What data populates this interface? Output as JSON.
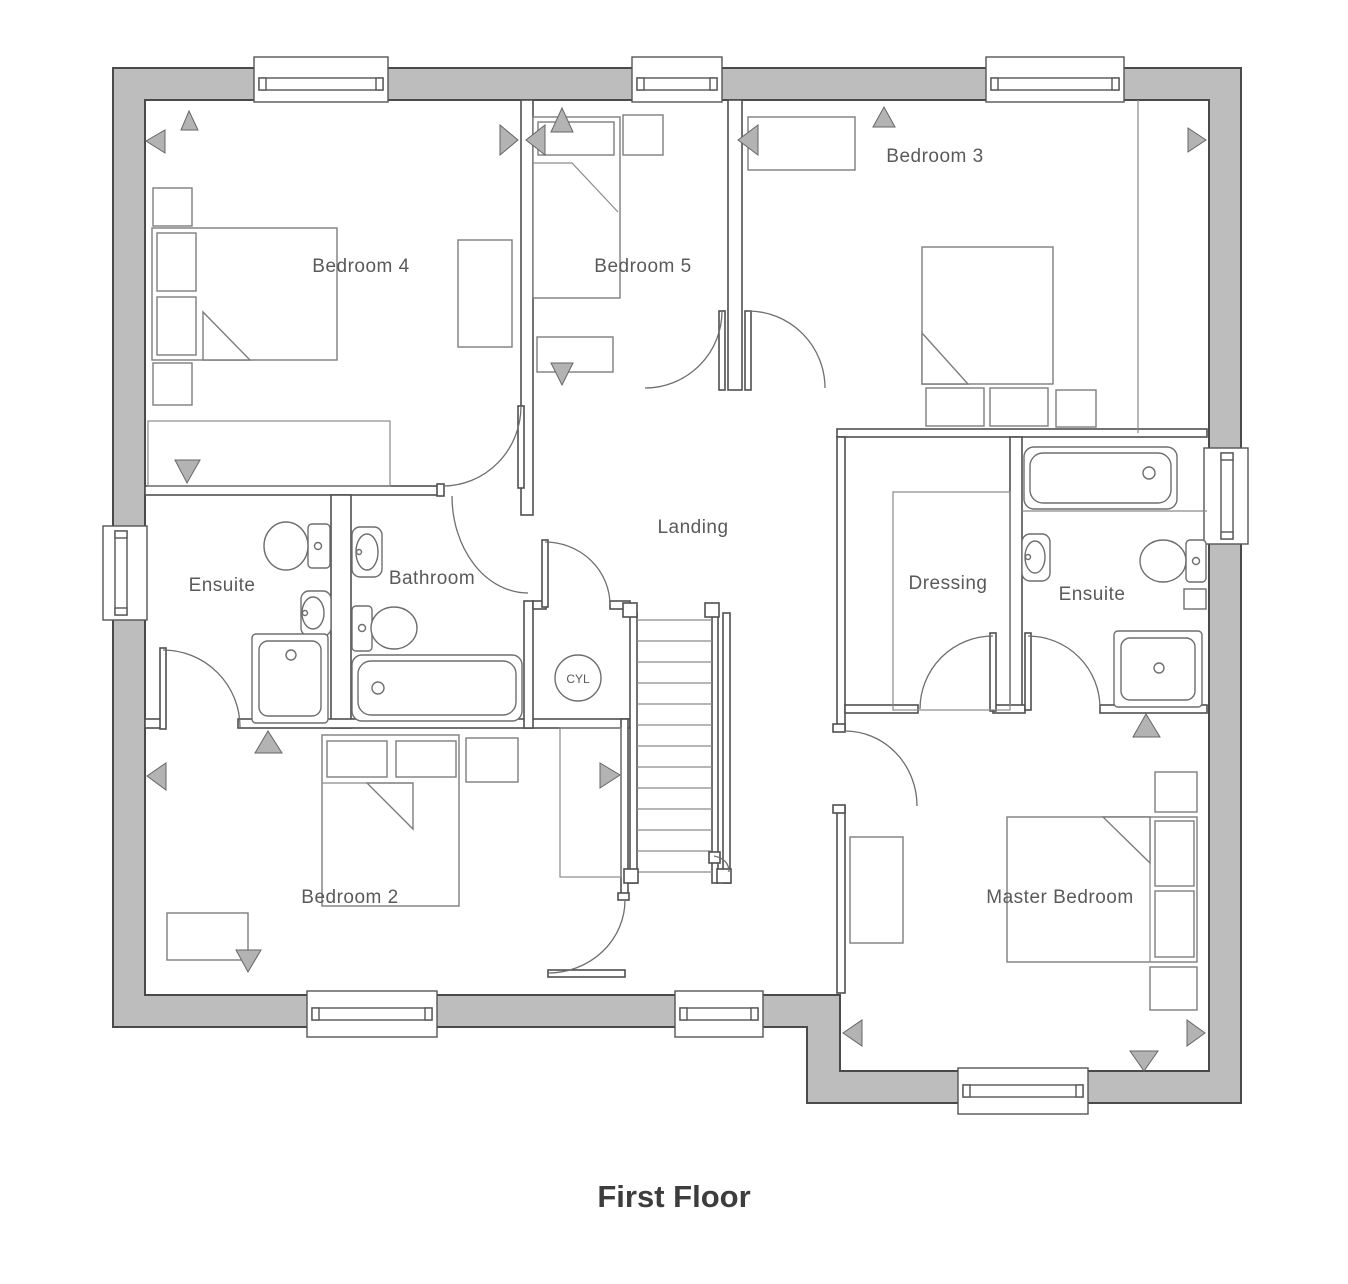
{
  "title": "First Floor",
  "floor_plan": {
    "rooms": {
      "bedroom4": {
        "label": "Bedroom 4",
        "fixtures": [
          "double-bed-icon",
          "wardrobe-icon"
        ]
      },
      "bedroom5": {
        "label": "Bedroom 5",
        "fixtures": [
          "single-bed-icon",
          "chest-icon"
        ]
      },
      "bedroom3": {
        "label": "Bedroom 3",
        "fixtures": [
          "double-bed-icon",
          "dresser-icon"
        ]
      },
      "bedroom2": {
        "label": "Bedroom 2",
        "fixtures": [
          "double-bed-icon",
          "desk-icon"
        ]
      },
      "master_bedroom": {
        "label": "Master Bedroom",
        "fixtures": [
          "double-bed-icon",
          "wardrobe-icon"
        ]
      },
      "landing": {
        "label": "Landing",
        "fixtures": [
          "staircase-icon",
          "cylinder-cupboard"
        ]
      },
      "bathroom": {
        "label": "Bathroom",
        "fixtures": [
          "sink-icon",
          "toilet-icon",
          "bath-icon"
        ]
      },
      "ensuite_left": {
        "label": "Ensuite",
        "fixtures": [
          "toilet-icon",
          "sink-icon",
          "shower-icon"
        ]
      },
      "dressing": {
        "label": "Dressing",
        "fixtures": [
          "wardrobe-icon"
        ]
      },
      "ensuite_right": {
        "label": "Ensuite",
        "fixtures": [
          "bath-icon",
          "sink-icon",
          "toilet-icon",
          "shower-icon"
        ]
      }
    },
    "annotations": {
      "cylinder": "CYL"
    },
    "colors": {
      "wall_fill": "#bdbdbd",
      "wall_line": "#4a4a4a",
      "marker_fill": "#b3b3b3",
      "label_text": "#5a5a5a",
      "title_text": "#3d3d3d"
    }
  }
}
